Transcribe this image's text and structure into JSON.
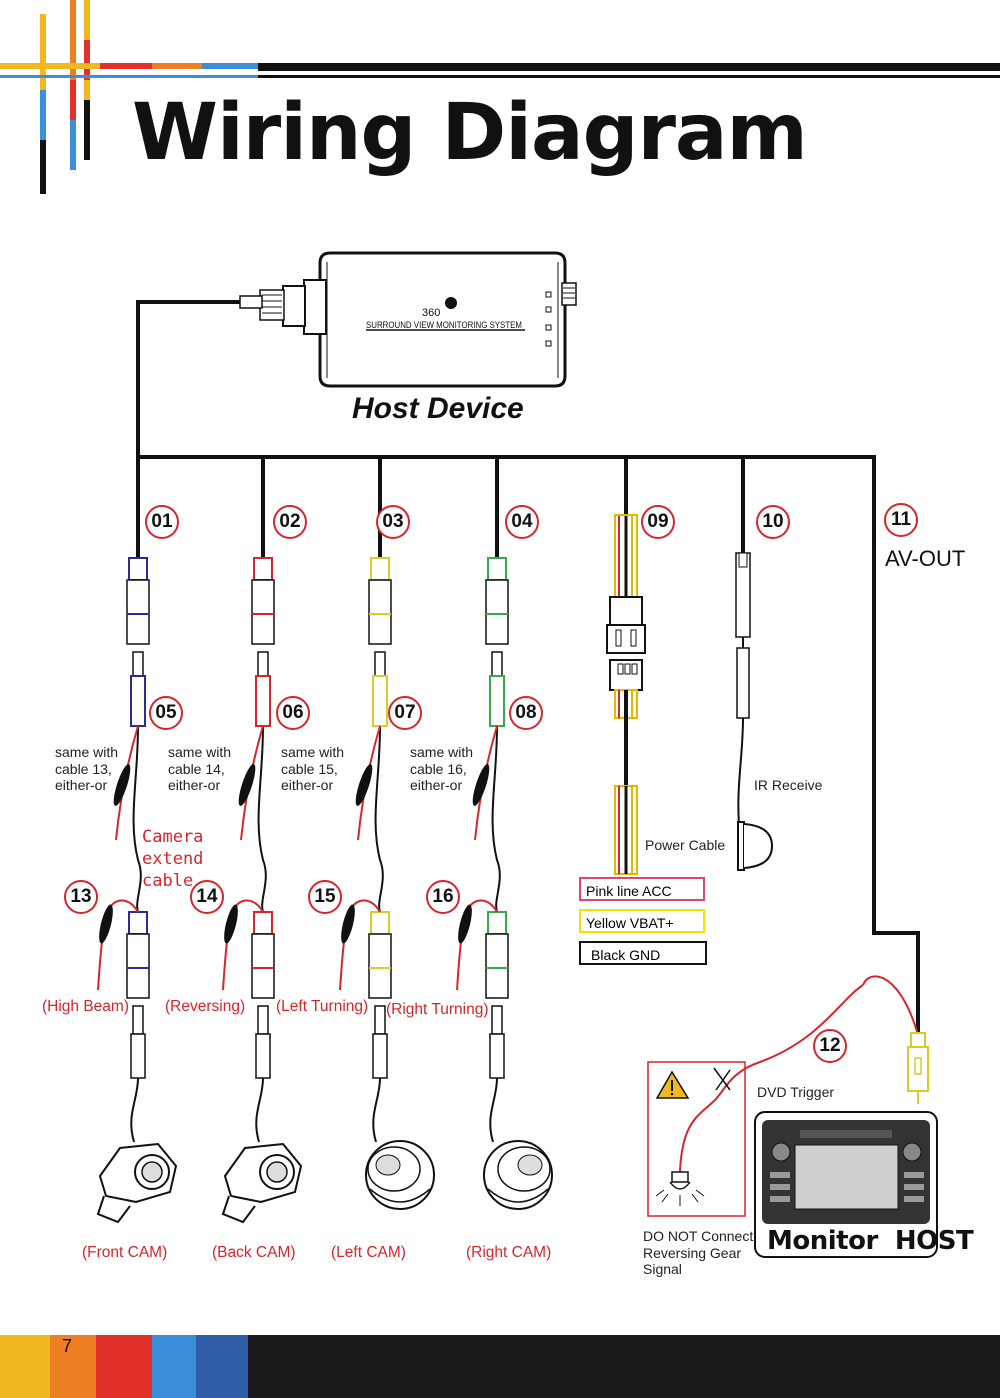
{
  "title": "Wiring Diagram",
  "page_number": "7",
  "host_device": {
    "label": "Host Device",
    "brand": "360",
    "system_name": "SURROUND VIEW MONITORING SYSTEM"
  },
  "badges": [
    "01",
    "02",
    "03",
    "04",
    "05",
    "06",
    "07",
    "08",
    "09",
    "10",
    "11",
    "12",
    "13",
    "14",
    "15",
    "16"
  ],
  "av_out_label": "AV-OUT",
  "either_or_notes": [
    "same with\ncable 13,\neither-or",
    "same with\ncable 14,\neither-or",
    "same with\ncable 15,\neither-or",
    "same with\ncable 16,\neither-or"
  ],
  "camera_extend_cable": "Camera\nextend\ncable",
  "ir_receive": "IR Receive",
  "power_cable": "Power Cable",
  "power_boxes": [
    {
      "label": "Pink line ACC",
      "color": "#e0457a"
    },
    {
      "label": "Yellow VBAT+",
      "color": "#f2e200"
    },
    {
      "label": "Black GND",
      "color": "#111111"
    }
  ],
  "trigger_labels": [
    "(High Beam)",
    "(Reversing)",
    "(Left Turning)",
    "(Right Turning)"
  ],
  "camera_labels": [
    "(Front CAM)",
    "(Back CAM)",
    "(Left CAM)",
    "(Right CAM)"
  ],
  "dvd_trigger": "DVD Trigger",
  "do_not_connect": "DO NOT Connect\nReversing Gear\nSignal",
  "monitor_host": "Monitor  HOST",
  "colors": {
    "accent_red": "#d4262c",
    "blue": "#2a2a9a",
    "red_plug": "#d4262c",
    "yellow_plug": "#d6cc2a",
    "green_plug": "#3aa84a",
    "stripe_yellow": "#f2b820",
    "stripe_orange": "#ee7f22",
    "stripe_red": "#e2312a",
    "stripe_blue": "#3a8fd8",
    "stripe_darkblue": "#2e5ea8"
  }
}
